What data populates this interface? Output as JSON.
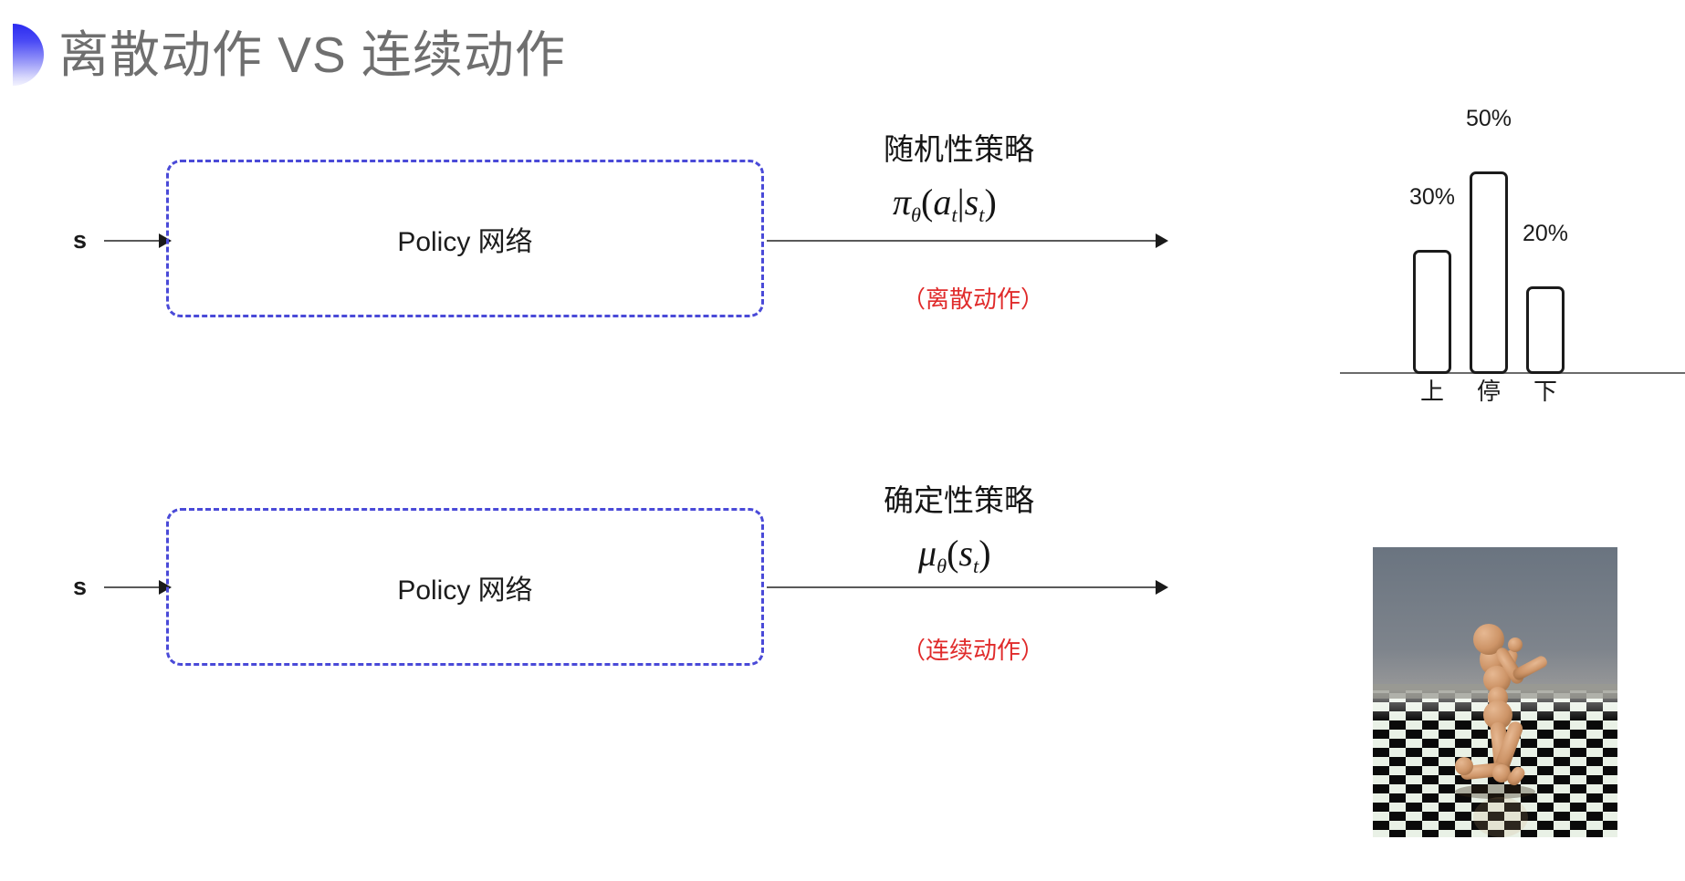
{
  "slide": {
    "title": "离散动作 VS 连续动作",
    "bullet_color_top": "#2b2bf0",
    "bullet_color_bottom": "#f2f2fe",
    "background": "#ffffff"
  },
  "rows": [
    {
      "id": "discrete",
      "input_label": "s",
      "box_label": "Policy 网络",
      "box_border_color": "#4a4ad8",
      "policy_caption": "随机性策略",
      "formula_plain": "π_θ(a_t|s_t)",
      "formula": {
        "fn": "π",
        "fn_sub": "θ",
        "open": "(",
        "arg1": "a",
        "arg1_sub": "t",
        "bar": "|",
        "arg2": "s",
        "arg2_sub": "t",
        "close": ")"
      },
      "note": "（离散动作）",
      "note_color": "#e02b2b",
      "output_kind": "bar-chart"
    },
    {
      "id": "continuous",
      "input_label": "s",
      "box_label": "Policy 网络",
      "box_border_color": "#4a4ad8",
      "policy_caption": "确定性策略",
      "formula_plain": "μ_θ(s_t)",
      "formula": {
        "fn": "μ",
        "fn_sub": "θ",
        "open": "(",
        "arg1": "s",
        "arg1_sub": "t",
        "bar": "",
        "arg2": "",
        "arg2_sub": "",
        "close": ")"
      },
      "note": "（连续动作）",
      "note_color": "#e02b2b",
      "output_kind": "humanoid-simulation"
    }
  ],
  "chart_data": {
    "type": "bar",
    "title": "",
    "xlabel": "",
    "ylabel": "",
    "categories": [
      "上",
      "停",
      "下"
    ],
    "values": [
      30,
      50,
      20
    ],
    "value_labels": [
      "30%",
      "50%",
      "20%"
    ],
    "ylim": [
      0,
      60
    ],
    "grid": false,
    "legend": "none",
    "bar_fill": "#ffffff",
    "bar_stroke": "#1b1b1b",
    "axis_color": "#6b6b6b"
  },
  "humanoid": {
    "alt": "MuJoCo humanoid kneeling on checkerboard floor",
    "sky_color_top": "#6e7884",
    "sky_color_bottom": "#8e9097",
    "floor_light": "#e8f0e4",
    "floor_dark": "#0a0a0a",
    "body_color": "#d09a6e"
  }
}
